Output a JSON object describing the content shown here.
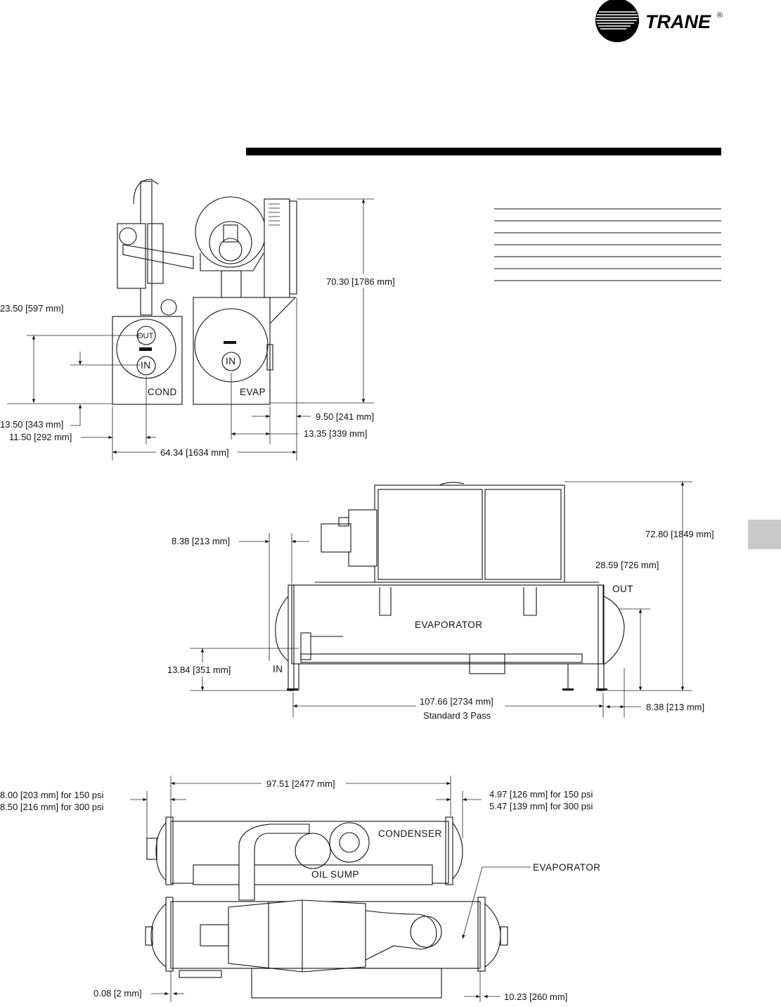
{
  "brand": {
    "name": "TRANE",
    "reg": "®",
    "logo_icon": "trane-circle-logo"
  },
  "side_tab_color": "#c9c9c9",
  "header_rule_color": "#000000",
  "front_view": {
    "dims": {
      "overall_height": "70.30 [1786 mm]",
      "cond_nozzle_height": "23.50 [597 mm]",
      "cond_in_height": "13.50 [343 mm]",
      "cond_nozzle_offset": "11.50 [292 mm]",
      "overall_width": "64.34 [1634 mm]",
      "right_offset": "9.50 [241 mm]",
      "evap_offset": "13.35 [339 mm]"
    },
    "labels": {
      "cond": "COND",
      "evap": "EVAP",
      "out": "OUT",
      "in_cond": "IN",
      "in_evap": "IN"
    }
  },
  "side_view": {
    "dims": {
      "overall_height": "72.80 [1849 mm]",
      "left_clearance": "8.38 [213 mm]",
      "out_height": "28.59 [726 mm]",
      "in_height": "13.84 [351 mm]",
      "length": "107.66 [2734 mm]",
      "length_note": "Standard 3 Pass",
      "right_clearance": "8.38 [213 mm]"
    },
    "labels": {
      "evaporator": "EVAPORATOR",
      "out": "OUT",
      "in": "IN"
    }
  },
  "top_view": {
    "dims": {
      "length": "97.51 [2477 mm]",
      "left_150": "8.00 [203 mm] for 150 psi",
      "left_300": "8.50 [216 mm] for 300 psi",
      "right_150": "4.97 [126 mm] for 150 psi",
      "right_300": "5.47 [139 mm] for 300 psi",
      "bottom_left": "0.08 [2 mm]",
      "bottom_right": "10.23 [260 mm]"
    },
    "labels": {
      "condenser": "CONDENSER",
      "oil_sump": "OIL SUMP",
      "evaporator": "EVAPORATOR"
    }
  }
}
